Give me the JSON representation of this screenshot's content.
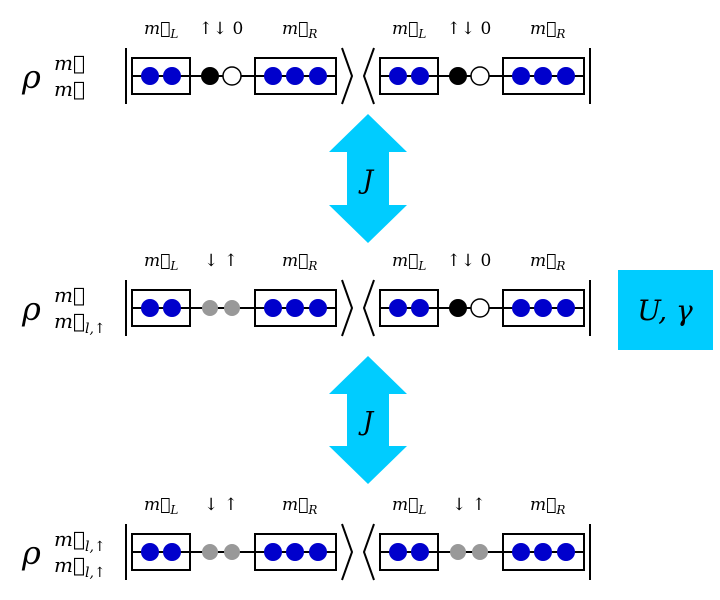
{
  "colors": {
    "filled_site": "#0000cc",
    "doublon_site": "#000000",
    "empty_site": "#ffffff",
    "spin_site": "#999999",
    "arrow": "#00ccff",
    "param_box": "#00ccff",
    "line": "#000000"
  },
  "rows": [
    {
      "id": "row-1",
      "rho": {
        "base": "ρ",
        "sup": "m⃗",
        "sub": "m⃗"
      },
      "ket": {
        "left_label": "m⃗",
        "left_sub": "L",
        "center_label": "↑↓ 0",
        "right_label": "m⃗",
        "right_sub": "R",
        "center_sites": [
          "doublon",
          "empty"
        ]
      },
      "bra": {
        "left_label": "m⃗",
        "left_sub": "L",
        "center_label": "↑↓ 0",
        "right_label": "m⃗",
        "right_sub": "R",
        "center_sites": [
          "doublon",
          "empty"
        ]
      }
    },
    {
      "id": "row-2",
      "rho": {
        "base": "ρ",
        "sup": "m⃗",
        "sub": "m⃗",
        "sub_sub": "l,↑"
      },
      "ket": {
        "left_label": "m⃗",
        "left_sub": "L",
        "center_label": "↓ ↑",
        "right_label": "m⃗",
        "right_sub": "R",
        "center_sites": [
          "spin",
          "spin"
        ]
      },
      "bra": {
        "left_label": "m⃗",
        "left_sub": "L",
        "center_label": "↑↓ 0",
        "right_label": "m⃗",
        "right_sub": "R",
        "center_sites": [
          "doublon",
          "empty"
        ]
      }
    },
    {
      "id": "row-3",
      "rho": {
        "base": "ρ",
        "sup": "m⃗",
        "sup_sub": "l,↑",
        "sub": "m⃗",
        "sub_sub": "l,↑"
      },
      "ket": {
        "left_label": "m⃗",
        "left_sub": "L",
        "center_label": "↓ ↑",
        "right_label": "m⃗",
        "right_sub": "R",
        "center_sites": [
          "spin",
          "spin"
        ]
      },
      "bra": {
        "left_label": "m⃗",
        "left_sub": "L",
        "center_label": "↓ ↑",
        "right_label": "m⃗",
        "right_sub": "R",
        "center_sites": [
          "spin",
          "spin"
        ]
      }
    }
  ],
  "arrows": [
    {
      "id": "arrow-1",
      "label": "J"
    },
    {
      "id": "arrow-2",
      "label": "J"
    }
  ],
  "param_box": {
    "label": "U, γ"
  }
}
